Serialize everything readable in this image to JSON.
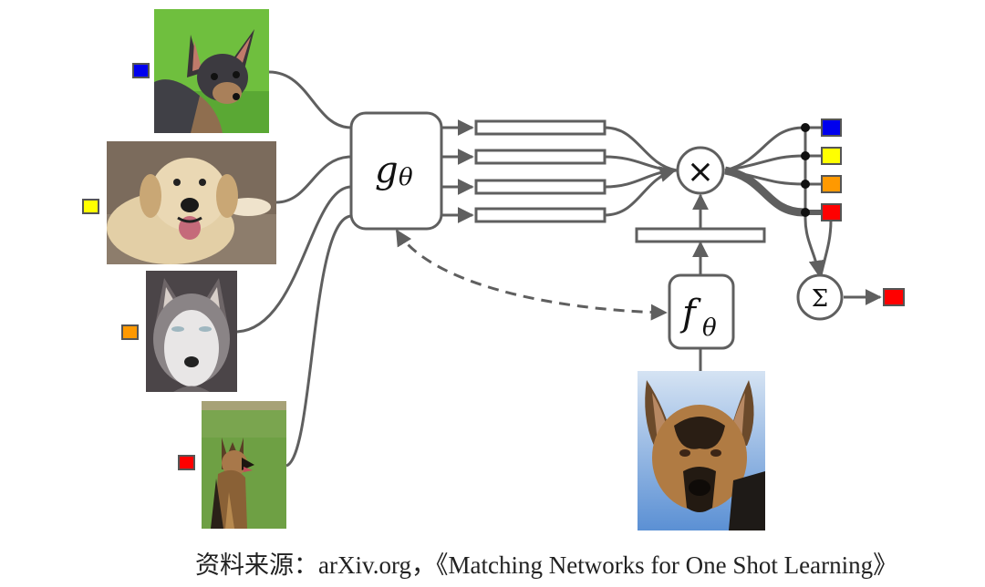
{
  "figure": {
    "title_fragment": "",
    "support_set": [
      {
        "id": "chihuahua",
        "description": "small black-and-tan dog on grass",
        "label_color": "#0000ee",
        "label_name": "blue"
      },
      {
        "id": "labrador",
        "description": "yellow labrador lying on ground, mouth open",
        "label_color": "#ffff00",
        "label_name": "yellow"
      },
      {
        "id": "husky",
        "description": "grey-white husky face",
        "label_color": "#ff9900",
        "label_name": "orange"
      },
      {
        "id": "german-shepherd-support",
        "description": "german shepherd sitting on grass",
        "label_color": "#ff0000",
        "label_name": "red"
      }
    ],
    "query": {
      "id": "german-shepherd-query",
      "description": "german shepherd head, sky background"
    },
    "support_encoder": {
      "symbol": "g",
      "subscript": "θ"
    },
    "query_encoder": {
      "symbol": "f",
      "subscript": "θ"
    },
    "similarity_op": "×",
    "sum_op": "Σ",
    "output_labels": [
      "#0000ee",
      "#ffff00",
      "#ff9900",
      "#ff0000"
    ],
    "prediction_color": "#ff0000",
    "line_color": "#5f5f5f"
  },
  "caption": {
    "source_prefix": "资料来源：",
    "source": "arXiv.org，",
    "title": "《Matching Networks for One Shot Learning》"
  }
}
